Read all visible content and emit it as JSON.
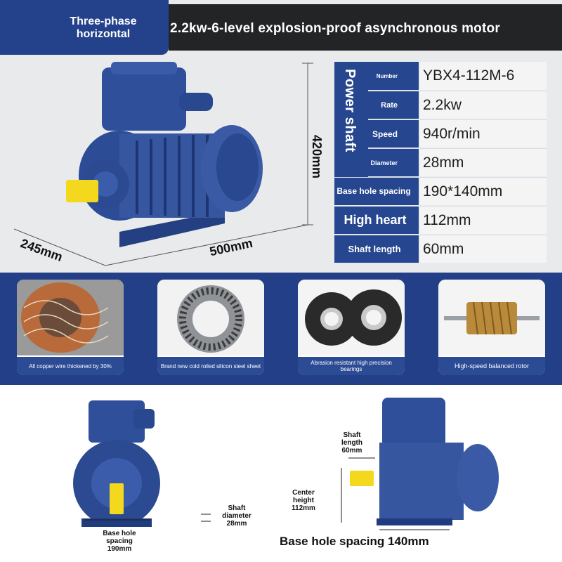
{
  "header": {
    "tag": "Three-phase horizontal",
    "title": "2.2kw-6-level explosion-proof asynchronous motor"
  },
  "dimensions": {
    "height": "420mm",
    "length": "500mm",
    "width": "245mm"
  },
  "spec": {
    "side_label": "Power shaft",
    "rows": [
      {
        "key": "Number",
        "value": "YBX4-112M-6"
      },
      {
        "key": "Rate",
        "value": "2.2kw"
      },
      {
        "key": "Speed",
        "value": "940r/min"
      },
      {
        "key": "Diameter",
        "value": "28mm"
      },
      {
        "key": "Base hole spacing",
        "value": "190*140mm"
      },
      {
        "key": "High heart",
        "value": "112mm"
      },
      {
        "key": "Shaft length",
        "value": "60mm"
      }
    ]
  },
  "features": [
    {
      "caption": "All copper wire thickened by 30%",
      "icon": "copper-winding"
    },
    {
      "caption": "Brand new cold rolled silicon steel sheet",
      "icon": "silicon-steel-sheet"
    },
    {
      "caption": "Abrasion resistant high precision bearings",
      "icon": "bearings"
    },
    {
      "caption": "High-speed balanced rotor",
      "icon": "rotor"
    }
  ],
  "bottom": {
    "shaft_diameter": "Shaft diameter 28mm",
    "base_hole_front": "Base hole spacing 190mm",
    "shaft_length": "Shaft length 60mm",
    "center_height": "Center height 112mm",
    "caption": "Base hole spacing 140mm"
  },
  "colors": {
    "brand_blue": "#24418c",
    "motor_blue": "#2f4f9a",
    "shaft_yellow": "#f3d81d"
  }
}
